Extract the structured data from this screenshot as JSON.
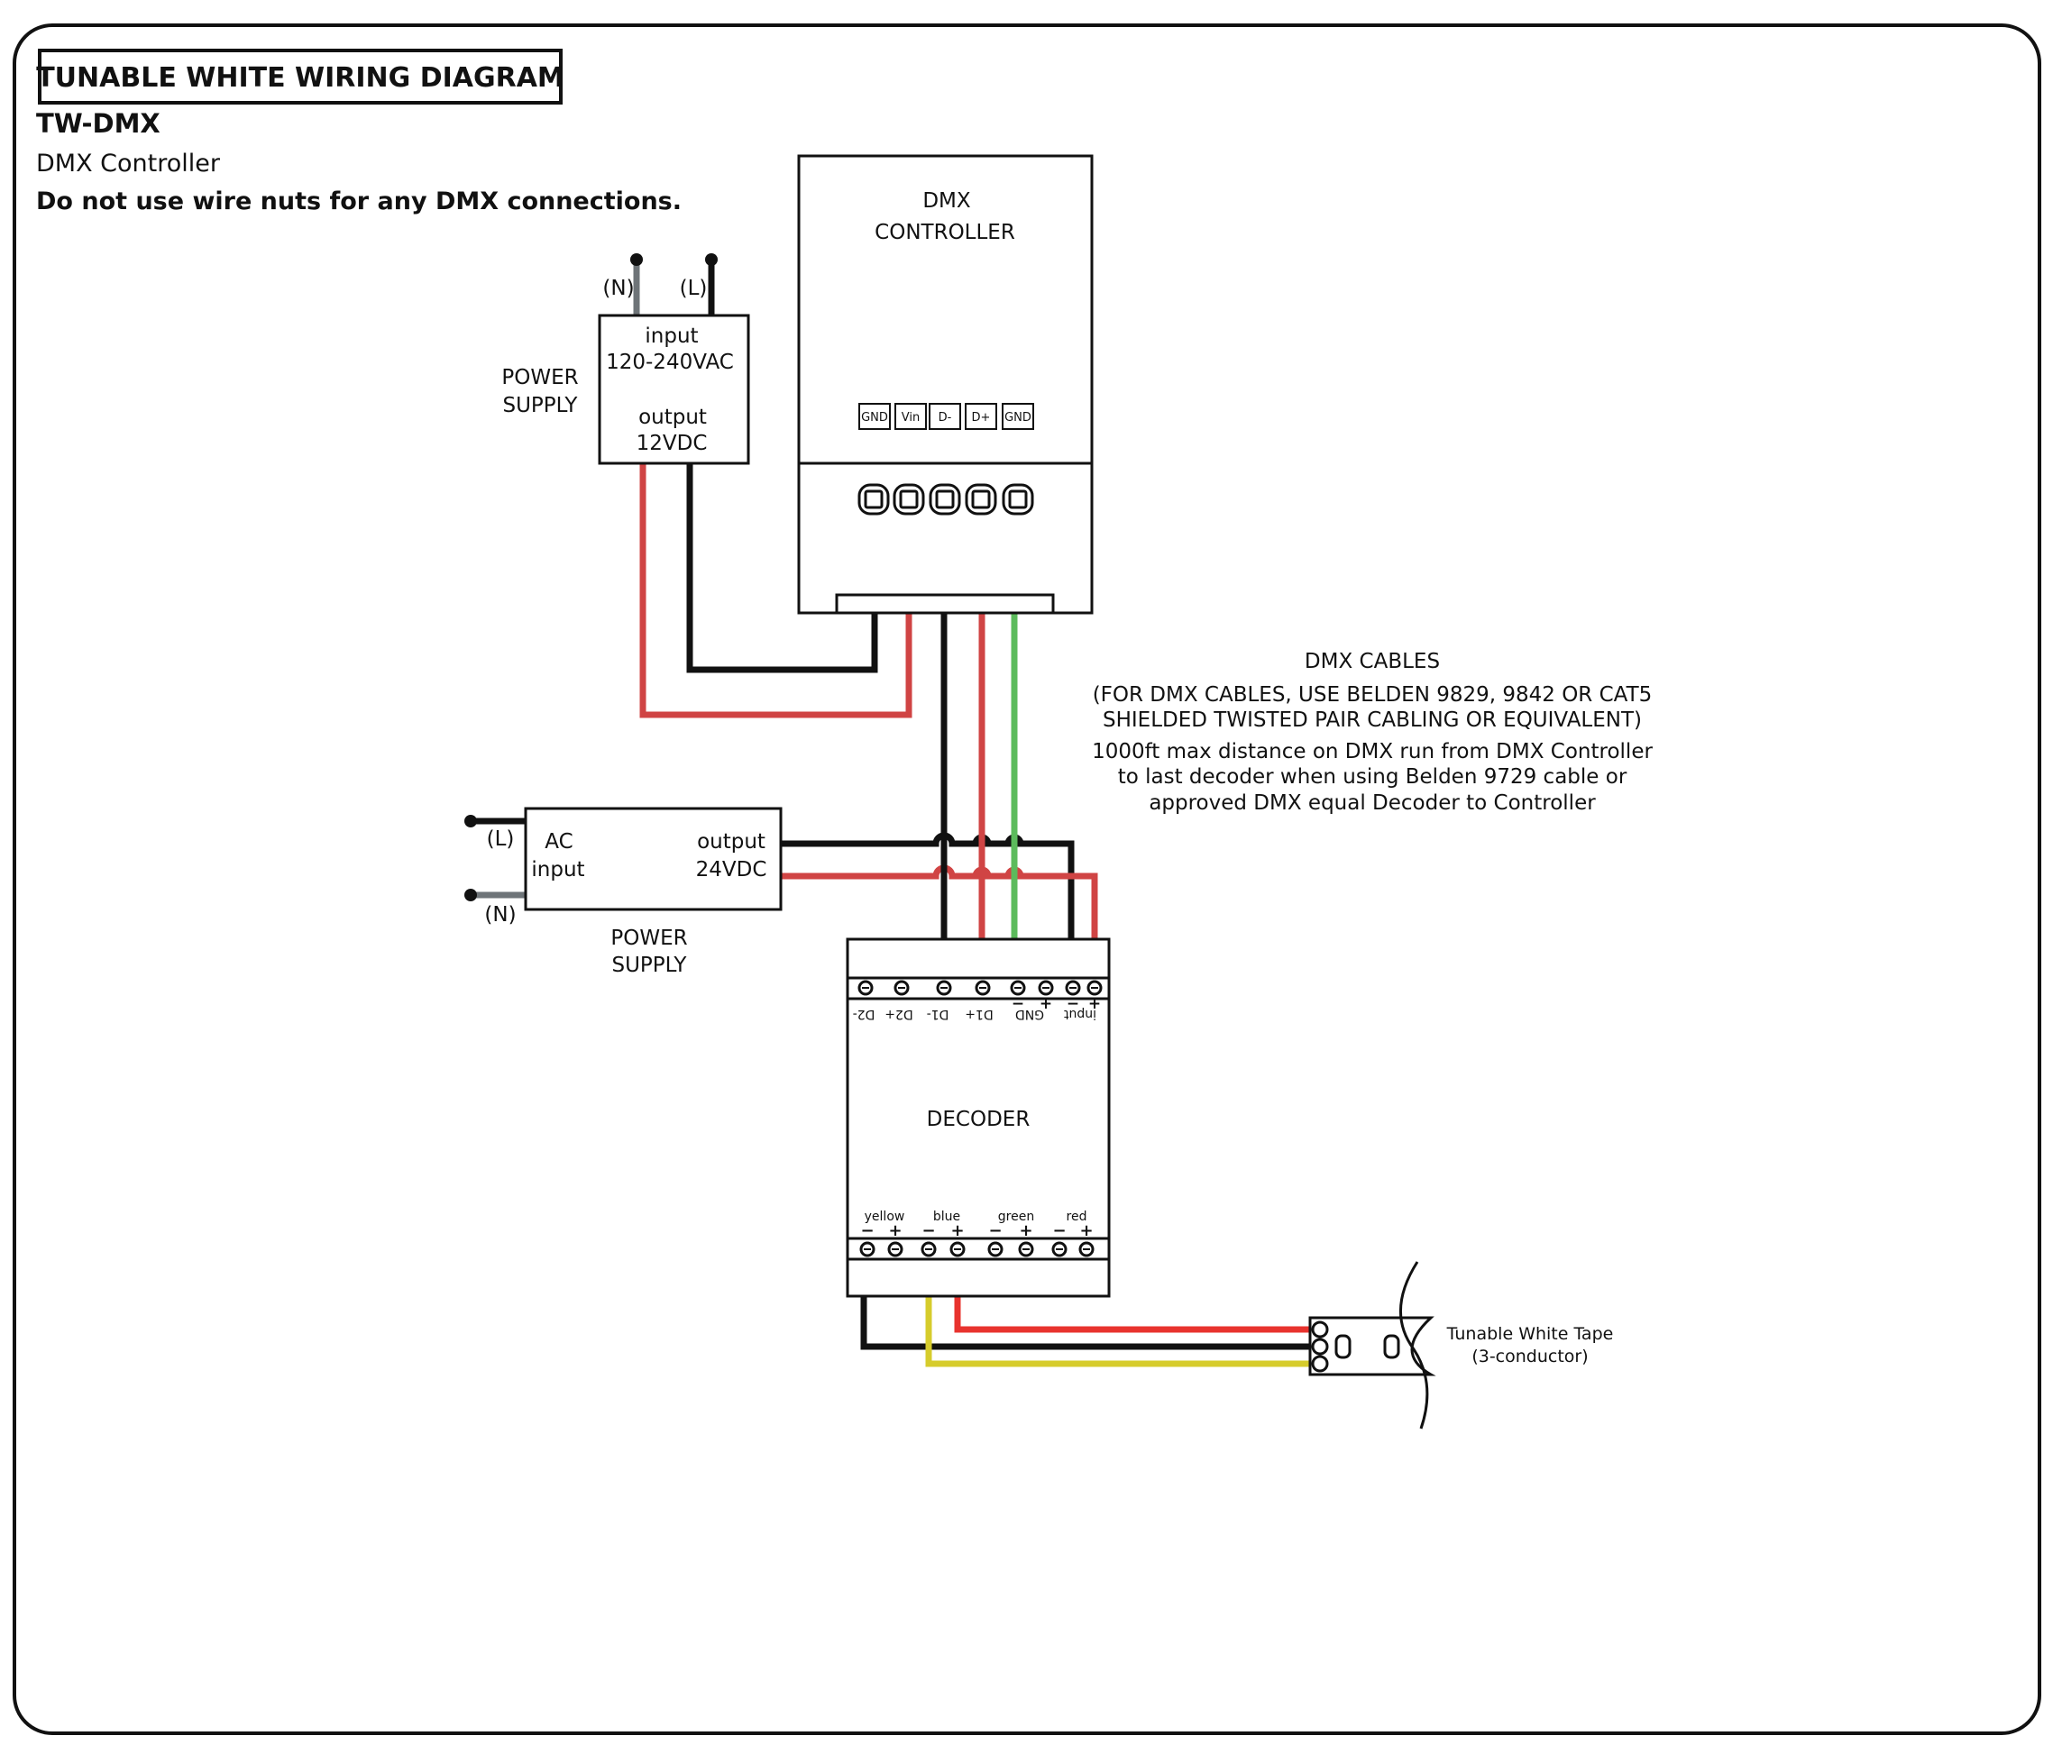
{
  "header": {
    "title": "TUNABLE WHITE WIRING DIAGRAM",
    "model": "TW-DMX",
    "subtitle": "DMX Controller",
    "warning": "Do not use wire nuts for any DMX connections."
  },
  "dmx_controller": {
    "label_line1": "DMX",
    "label_line2": "CONTROLLER",
    "terminals": [
      "GND",
      "Vin",
      "D-",
      "D+",
      "GND"
    ]
  },
  "power_supply_12v": {
    "label_line1": "POWER",
    "label_line2": "SUPPLY",
    "input_label": "input",
    "input_value": "120-240VAC",
    "output_label": "output",
    "output_value": "12VDC",
    "neutral": "(N)",
    "line": "(L)"
  },
  "power_supply_24v": {
    "label_line1": "POWER",
    "label_line2": "SUPPLY",
    "input_label": "AC",
    "input_label2": "input",
    "output_label": "output",
    "output_value": "24VDC",
    "line": "(L)",
    "neutral": "(N)"
  },
  "dmx_cables_note": {
    "heading": "DMX CABLES",
    "line1": "(FOR DMX CABLES, USE BELDEN 9829, 9842 OR CAT5",
    "line2": "SHIELDED TWISTED PAIR CABLING OR EQUIVALENT)",
    "line3": "1000ft max distance on DMX run from DMX Controller",
    "line4": "to last decoder when using Belden 9729 cable or",
    "line5": "approved DMX equal Decoder to Controller"
  },
  "decoder": {
    "label": "DECODER",
    "top_terminals": [
      "D2-",
      "D2+",
      "D1-",
      "D1+",
      "GND",
      "input"
    ],
    "output_groups": [
      "yellow",
      "blue",
      "green",
      "red"
    ],
    "minus": "−",
    "plus": "+"
  },
  "tape": {
    "label_line1": "Tunable White Tape",
    "label_line2": "(3-conductor)"
  },
  "colors": {
    "red": "#d04444",
    "bright_red": "#e8332e",
    "green": "#5cbb5c",
    "yellow": "#d6cc2c",
    "black": "#111111",
    "gray": "#6e7478"
  }
}
